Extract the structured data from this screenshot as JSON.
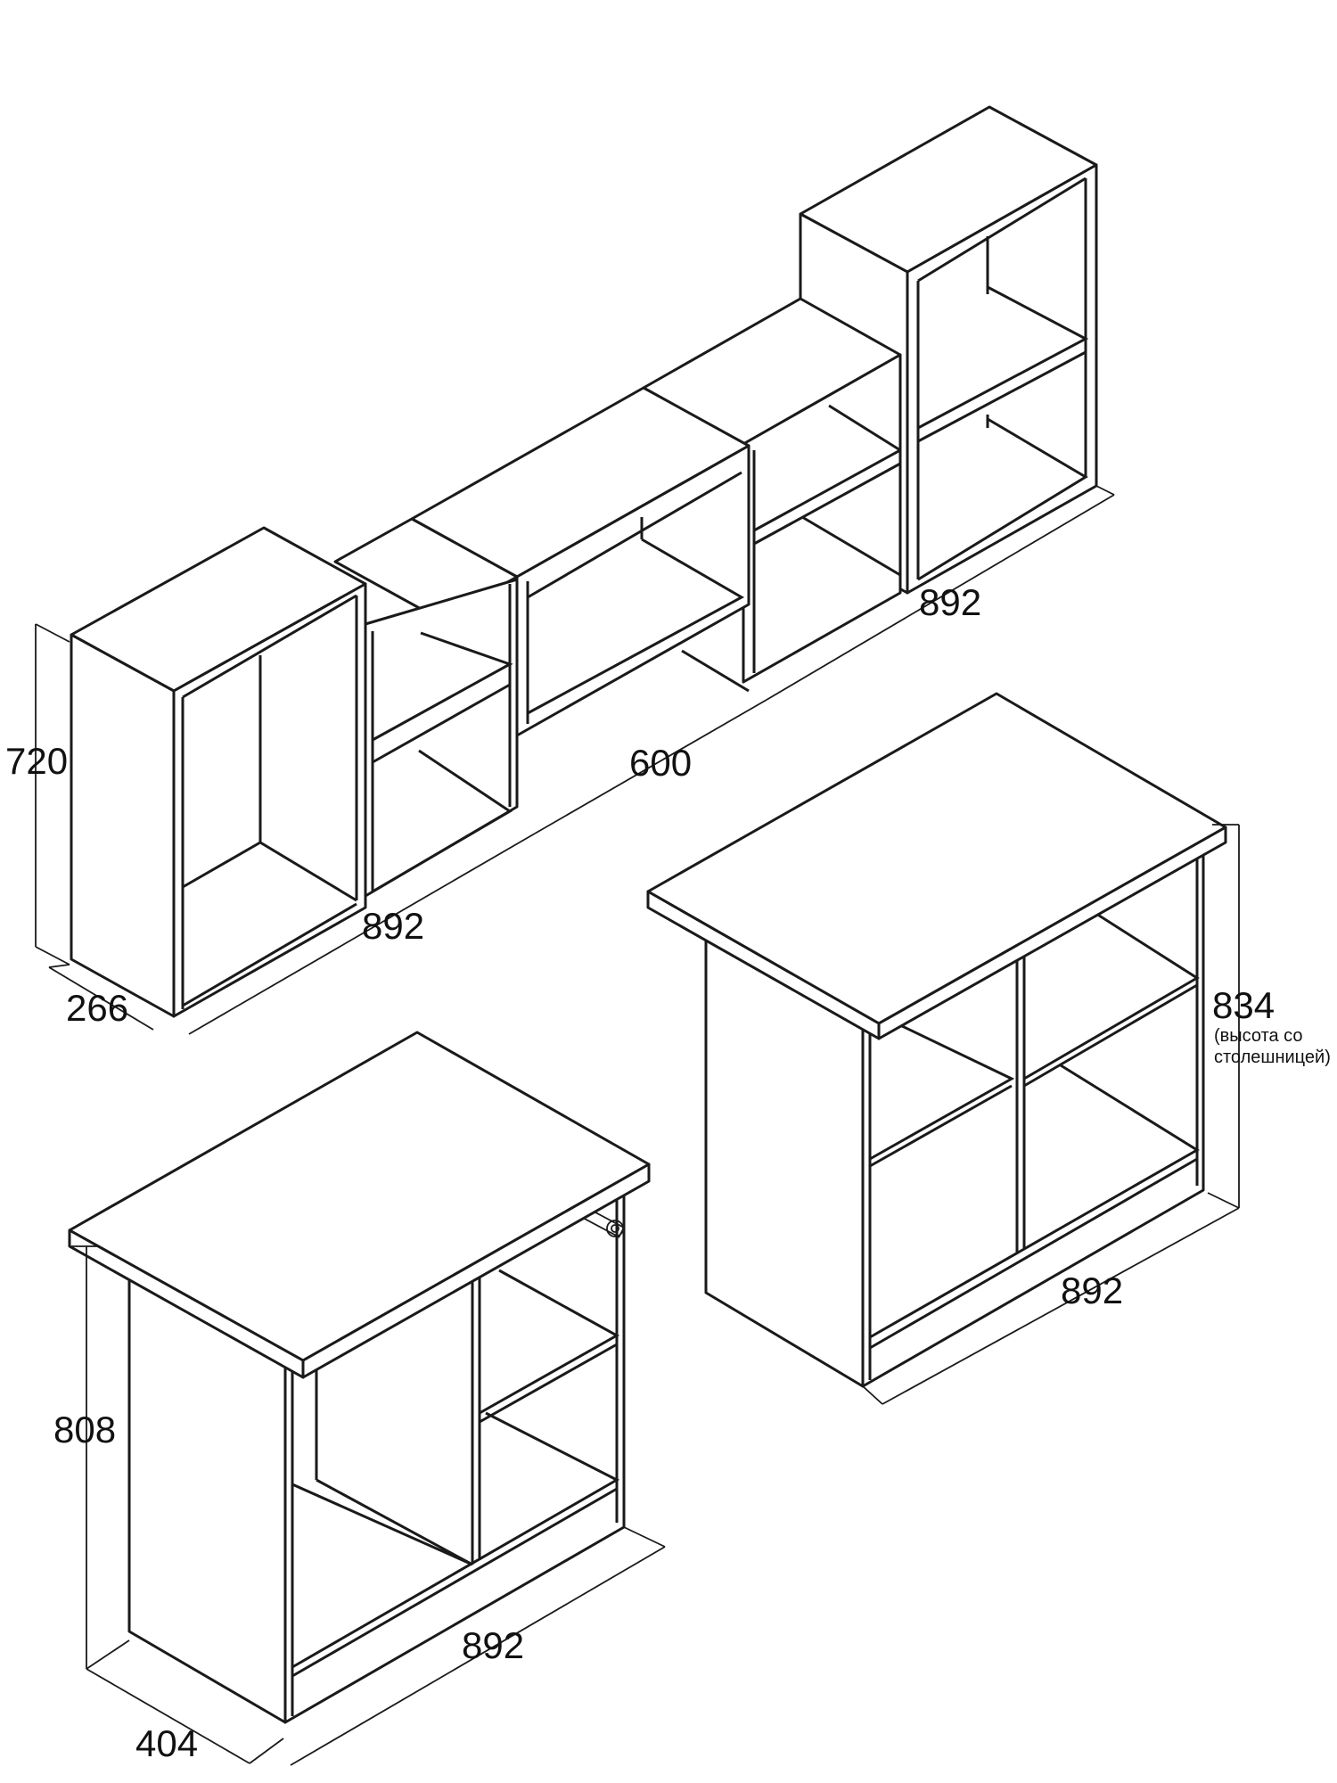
{
  "colors": {
    "line": "#1a1a1a",
    "background": "#ffffff"
  },
  "shelving_unit": {
    "height": "720",
    "depth": "266",
    "width_left": "892",
    "width_middle": "600",
    "width_right": "892"
  },
  "island_right": {
    "width": "892",
    "height": "834",
    "height_note_line1": "(высота со",
    "height_note_line2": "столешницей)"
  },
  "island_left": {
    "height": "808",
    "depth": "404",
    "width": "892"
  }
}
